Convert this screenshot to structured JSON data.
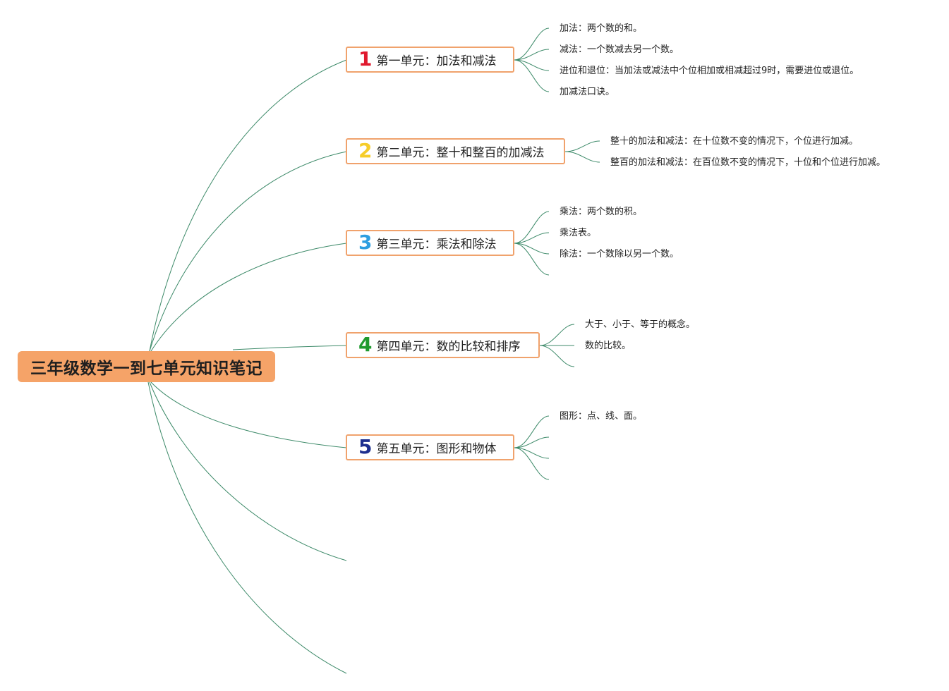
{
  "title": "三年级数学一到七单元知识笔记",
  "colors": {
    "root_fill": "#f5a368",
    "node_border": "#f0a26c",
    "connector": "#3d8a69",
    "badge_1": "#e0192e",
    "badge_2": "#f6cd2a",
    "badge_3": "#2e9ee0",
    "badge_4": "#1f9a2e",
    "badge_5": "#1d2f8f"
  },
  "units": [
    {
      "badge": "1",
      "label": "第一单元：加法和减法",
      "items": [
        "加法：两个数的和。",
        "减法：一个数减去另一个数。",
        "进位和退位：当加法或减法中个位相加或相减超过9时，需要进位或退位。",
        "加减法口诀。"
      ]
    },
    {
      "badge": "2",
      "label": "第二单元：整十和整百的加减法",
      "items": [
        "整十的加法和减法：在十位数不变的情况下，个位进行加减。",
        "整百的加法和减法：在百位数不变的情况下，十位和个位进行加减。"
      ]
    },
    {
      "badge": "3",
      "label": "第三单元：乘法和除法",
      "items": [
        "乘法：两个数的积。",
        "乘法表。",
        "除法：一个数除以另一个数。"
      ]
    },
    {
      "badge": "4",
      "label": "第四单元：数的比较和排序",
      "items": [
        "大于、小于、等于的概念。",
        "数的比较。"
      ]
    },
    {
      "badge": "5",
      "label": "第五单元：图形和物体",
      "items": [
        "图形：点、线、面。"
      ]
    }
  ]
}
